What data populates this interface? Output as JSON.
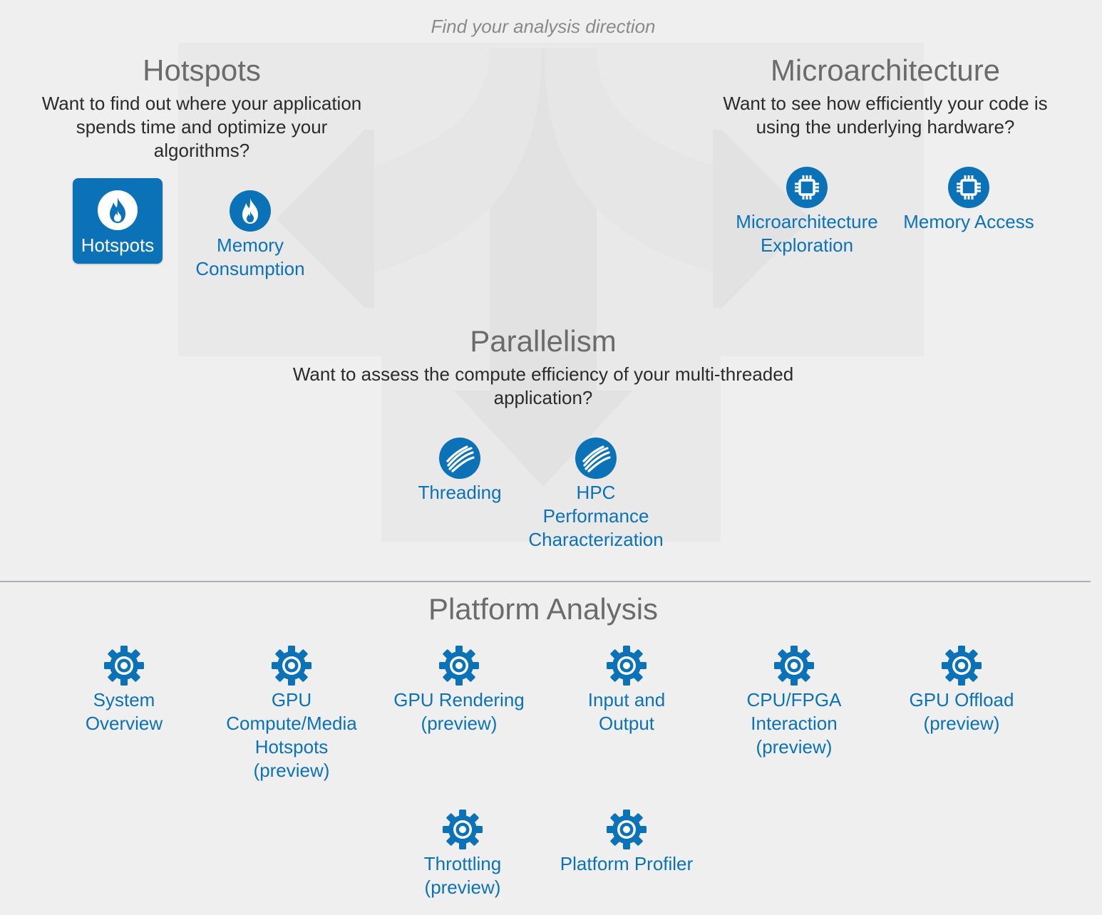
{
  "header": {
    "prompt": "Find your analysis direction"
  },
  "colors": {
    "accent": "#0b72b8",
    "background": "#efefef",
    "arrow": "#e3e3e3",
    "title": "#6b6b6b",
    "divider": "#a9b1bb"
  },
  "hotspots": {
    "title": "Hotspots",
    "description_lines": [
      "Want to find out where your application",
      "spends time and optimize your",
      "algorithms?"
    ],
    "items": [
      {
        "label_lines": [
          "Hotspots"
        ],
        "icon": "flame-icon",
        "selected": true
      },
      {
        "label_lines": [
          "Memory",
          "Consumption"
        ],
        "icon": "flame-icon",
        "selected": false
      }
    ]
  },
  "microarchitecture": {
    "title": "Microarchitecture",
    "description_lines": [
      "Want to see how efficiently your code is",
      "using the underlying hardware?"
    ],
    "items": [
      {
        "label_lines": [
          "Microarchitecture",
          "Exploration"
        ],
        "icon": "chip-icon"
      },
      {
        "label_lines": [
          "Memory Access"
        ],
        "icon": "chip-icon"
      }
    ]
  },
  "parallelism": {
    "title": "Parallelism",
    "description_lines": [
      "Want to assess the compute efficiency of your multi-threaded",
      "application?"
    ],
    "items": [
      {
        "label_lines": [
          "Threading"
        ],
        "icon": "threads-icon"
      },
      {
        "label_lines": [
          "HPC",
          "Performance",
          "Characterization"
        ],
        "icon": "threads-icon"
      }
    ]
  },
  "platform": {
    "title": "Platform Analysis",
    "items": [
      {
        "label_lines": [
          "System",
          "Overview"
        ],
        "icon": "gear-icon"
      },
      {
        "label_lines": [
          "GPU",
          "Compute/Media",
          "Hotspots",
          "(preview)"
        ],
        "icon": "gear-icon"
      },
      {
        "label_lines": [
          "GPU Rendering",
          "(preview)"
        ],
        "icon": "gear-icon"
      },
      {
        "label_lines": [
          "Input and",
          "Output"
        ],
        "icon": "gear-icon"
      },
      {
        "label_lines": [
          "CPU/FPGA",
          "Interaction",
          "(preview)"
        ],
        "icon": "gear-icon"
      },
      {
        "label_lines": [
          "GPU Offload",
          "(preview)"
        ],
        "icon": "gear-icon"
      },
      {
        "label_lines": [
          "Throttling",
          "(preview)"
        ],
        "icon": "gear-icon"
      },
      {
        "label_lines": [
          "Platform Profiler"
        ],
        "icon": "gear-icon"
      }
    ]
  }
}
